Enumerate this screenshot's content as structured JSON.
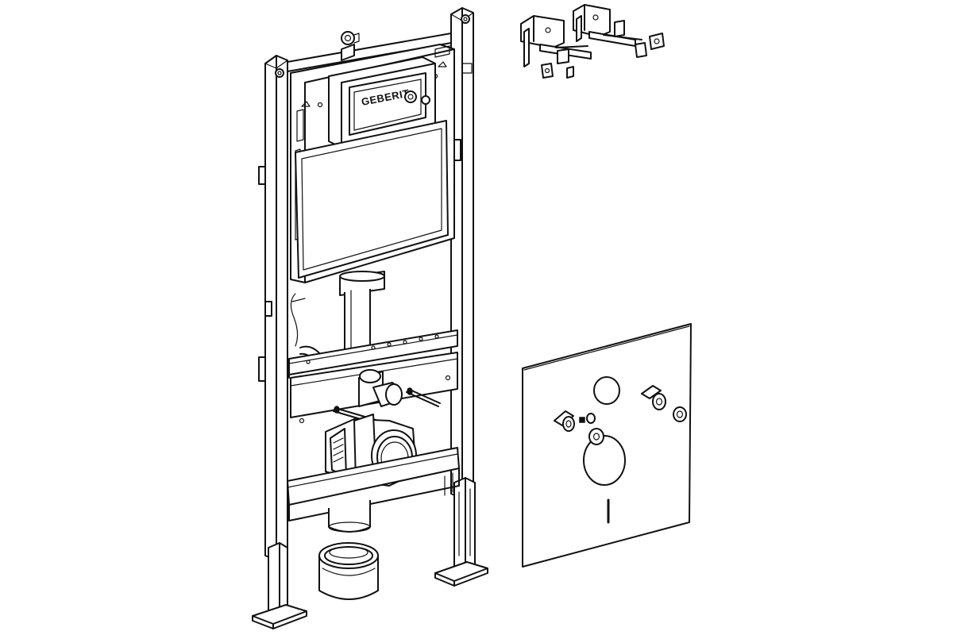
{
  "frame": {
    "brand_label": "GEBERIT"
  },
  "colors": {
    "line": "#111111",
    "background": "#ffffff",
    "shade": "#e8e8e8"
  },
  "components": [
    {
      "name": "installation-frame",
      "icon": "frame-icon"
    },
    {
      "name": "wall-brackets",
      "icon": "bracket-icon"
    },
    {
      "name": "pipe-sleeve",
      "icon": "sleeve-icon"
    },
    {
      "name": "sound-insulation-mat",
      "icon": "mat-icon"
    }
  ]
}
